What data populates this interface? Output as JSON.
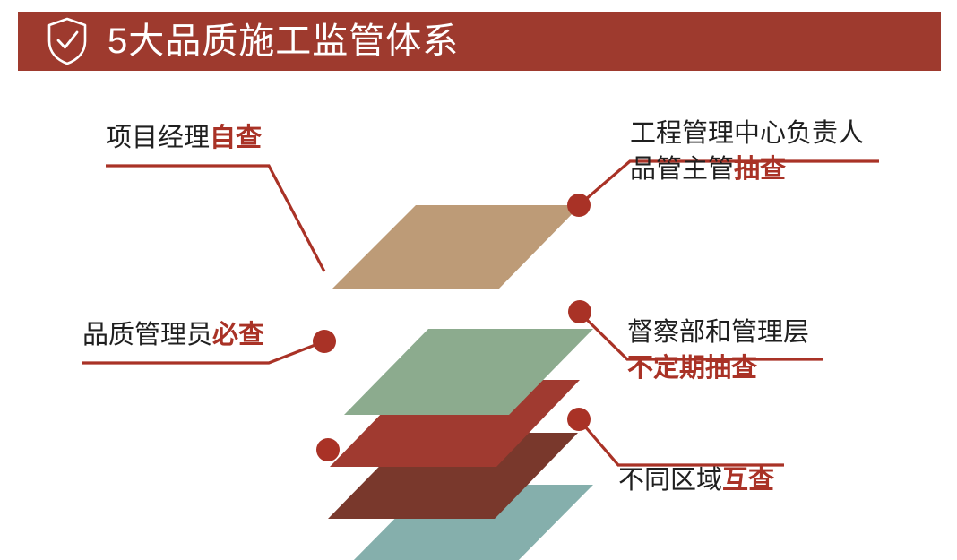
{
  "header": {
    "icon": "shield-check-icon",
    "title": "5大品质施工监管体系",
    "bar_color": "#9e3a2e",
    "text_color": "#ffffff"
  },
  "accent_color": "#a93226",
  "diagram": {
    "type": "stacked-layers",
    "layer_count": 5,
    "layers": [
      {
        "id": "layer-1",
        "name": "top-tan-layer",
        "color": "#bd9b77"
      },
      {
        "id": "layer-2",
        "name": "sage-green-layer",
        "color": "#8cab8e"
      },
      {
        "id": "layer-3",
        "name": "brick-red-layer",
        "color": "#a03a30"
      },
      {
        "id": "layer-4",
        "name": "dark-maroon-layer",
        "color": "#79382c"
      },
      {
        "id": "layer-5",
        "name": "bottom-teal-layer",
        "color": "#85afac"
      }
    ],
    "connector_color": "#a93226",
    "node_count": 5
  },
  "callouts": [
    {
      "id": "project-manager",
      "side": "left",
      "line1_plain": "项目经理",
      "line1_highlight": "自查",
      "line2_plain": "",
      "line2_highlight": ""
    },
    {
      "id": "quality-manager",
      "side": "left",
      "line1_plain": "品质管理员",
      "line1_highlight": "必查",
      "line2_plain": "",
      "line2_highlight": ""
    },
    {
      "id": "engineering-center",
      "side": "right",
      "line1_plain": "工程管理中心负责人",
      "line1_highlight": "",
      "line2_plain": "品管主管",
      "line2_highlight": "抽查"
    },
    {
      "id": "supervision-dept",
      "side": "right",
      "line1_plain": "督察部和管理层",
      "line1_highlight": "",
      "line2_plain": "",
      "line2_highlight": "不定期抽查"
    },
    {
      "id": "cross-area",
      "side": "right",
      "line1_plain": "不同区域",
      "line1_highlight": "互查",
      "line2_plain": "",
      "line2_highlight": ""
    }
  ]
}
